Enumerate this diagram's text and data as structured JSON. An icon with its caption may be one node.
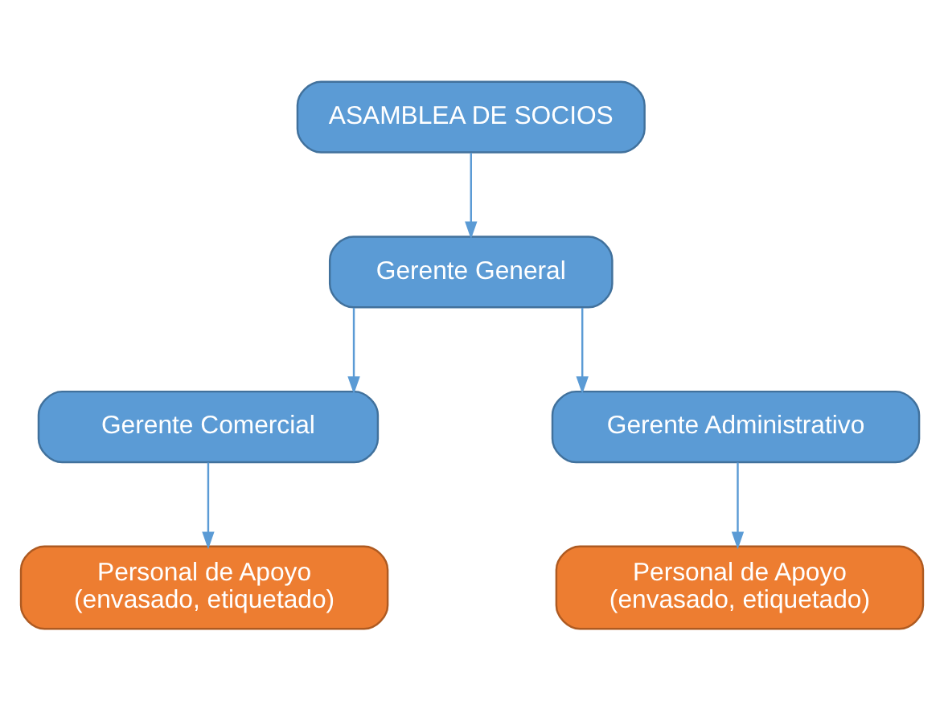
{
  "diagram": {
    "nodes": [
      {
        "text": [
          "ASAMBLEA DE SOCIOS"
        ]
      },
      {
        "text": [
          "Gerente General"
        ]
      },
      {
        "text": [
          "Gerente Comercial"
        ]
      },
      {
        "text": [
          "Gerente Administrativo"
        ]
      },
      {
        "text": [
          "Personal de Apoyo (envasado, etiquetado)"
        ]
      },
      {
        "text": [
          "Personal de Apoyo (envasado, etiquetado)"
        ]
      }
    ],
    "edges": [
      {
        "from": 0,
        "to": 1,
        "arrow": "to"
      },
      {
        "from": 1,
        "to": 2,
        "arrow": "to"
      },
      {
        "from": 1,
        "to": 3,
        "arrow": "to"
      },
      {
        "from": 2,
        "to": 4,
        "arrow": "to"
      },
      {
        "from": 3,
        "to": 5,
        "arrow": "to"
      }
    ]
  }
}
